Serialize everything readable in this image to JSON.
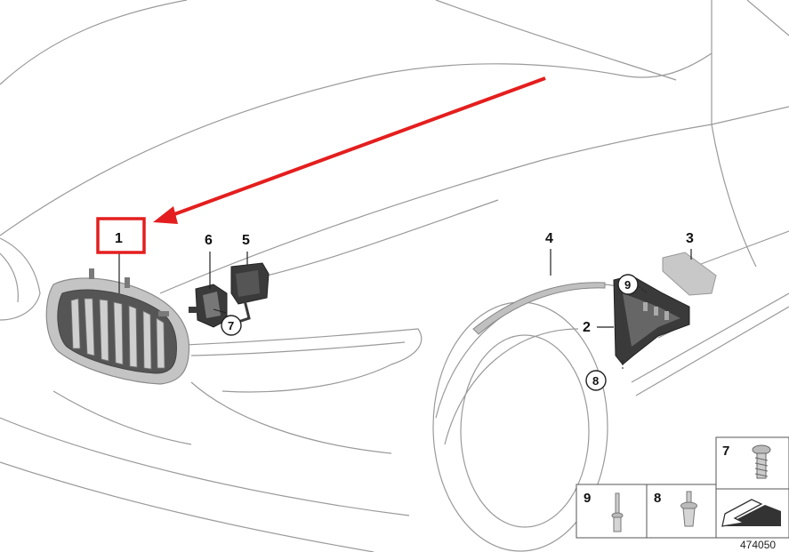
{
  "callouts": {
    "part_1": "1",
    "part_2": "2",
    "part_3": "3",
    "part_4": "4",
    "part_5": "5",
    "part_6": "6",
    "circle_7": "7",
    "circle_8": "8",
    "circle_9": "9"
  },
  "legend": {
    "item_7": "7",
    "item_8": "8",
    "item_9": "9"
  },
  "diagram_id": "474050",
  "colors": {
    "highlight_red": "#e41e1e",
    "outline_gray": "#9a9a9a",
    "part_gray": "#b9b9b9",
    "dark_part": "#3a3a3a"
  }
}
